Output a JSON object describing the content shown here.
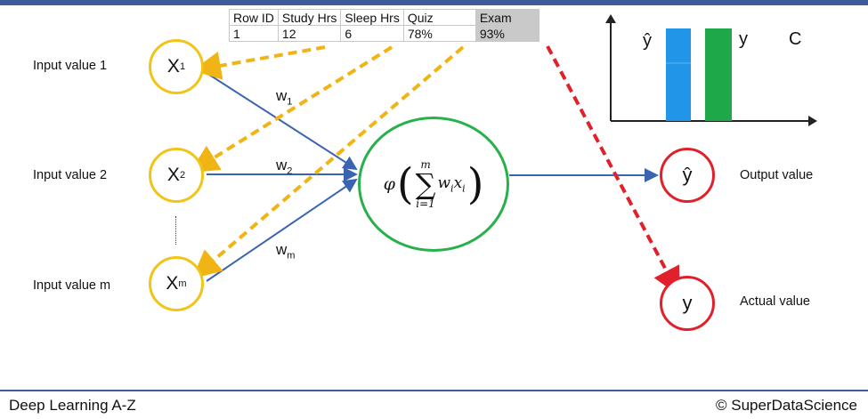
{
  "table": {
    "headers": [
      "Row ID",
      "Study Hrs",
      "Sleep Hrs",
      "Quiz",
      "Exam"
    ],
    "row": [
      "1",
      "12",
      "6",
      "78%",
      "93%"
    ]
  },
  "inputs": [
    {
      "label": "Input value 1",
      "node": "X",
      "sub": "1"
    },
    {
      "label": "Input value 2",
      "node": "X",
      "sub": "2"
    },
    {
      "label": "Input value m",
      "node": "X",
      "sub": "m"
    }
  ],
  "weights": [
    {
      "text": "w",
      "sub": "1"
    },
    {
      "text": "w",
      "sub": "2"
    },
    {
      "text": "w",
      "sub": "m"
    }
  ],
  "neuron": {
    "phi": "φ",
    "sum_top": "m",
    "sum_bottom": "i=1",
    "term": "w",
    "term_sub": "i",
    "x": "x",
    "x_sub": "i"
  },
  "outputs": {
    "yhat_symbol": "ŷ",
    "yhat_label": "Output value",
    "y_symbol": "y",
    "y_label": "Actual value"
  },
  "chart_data": {
    "type": "bar",
    "categories": [
      "ŷ",
      "y"
    ],
    "corner_label": "C",
    "colors": [
      "#2196e8",
      "#1ea84a"
    ]
  },
  "colors": {
    "input_border": "#f0c419",
    "output_border": "#e0202a",
    "neuron_border": "#27b04b",
    "arrow_blue": "#3b64b0",
    "dashed_yellow": "#f0b414",
    "dashed_red": "#e0202a"
  },
  "footer": {
    "left": "Deep Learning A-Z",
    "right": "© SuperDataScience"
  }
}
